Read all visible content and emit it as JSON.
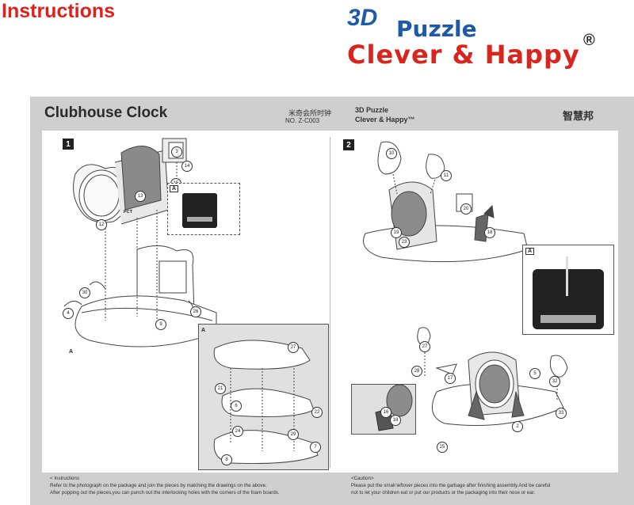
{
  "page": {
    "instructions_title": "Instructions"
  },
  "brand": {
    "prefix": "3D",
    "puzzle": "Puzzle",
    "tagline": "Clever & Happy",
    "registered": "®"
  },
  "header": {
    "product_title": "Clubhouse Clock",
    "chinese_name": "米奇会所时钟",
    "model_no": "NO. Z-C003",
    "small_brand_top": "3D Puzzle",
    "small_brand_bottom": "Clever & Happy™",
    "right_logo": "智慧邦"
  },
  "steps": {
    "step1": "1",
    "step2": "2"
  },
  "labels": {
    "inset_a": "A",
    "pct": "PCT",
    "a_below": "A",
    "inset_a_left": "A",
    "inset_a_right": "A"
  },
  "parts": {
    "step1": [
      "3",
      "14",
      "15",
      "13",
      "12",
      "30",
      "4",
      "9",
      "26"
    ],
    "inset1": [
      "27",
      "21",
      "6",
      "22",
      "24",
      "29",
      "7",
      "8"
    ],
    "step2": [
      "10",
      "11",
      "19",
      "20",
      "23",
      "18"
    ],
    "step2b": [
      "27",
      "28",
      "17",
      "5",
      "32",
      "16",
      "18",
      "2",
      "33",
      "25"
    ]
  },
  "footer": {
    "left_heading": "< Instructions",
    "left_line1": "Refer to the photograph on the package and join the pieces by matching the drawings on the above.",
    "left_line2": "After popping out the pieces,you can punch  out the interlocking holes with the corners of the foam boards.",
    "right_heading": "<Caution>",
    "right_line1": "Please put the small leftover pieces into the garbage after finishing assembly.And be careful",
    "right_line2": "not  to let your children eat or put our products or the packaging into their nose or ear."
  },
  "colors": {
    "title_red": "#e0201c",
    "brand_blue": "#1d5aa8",
    "brand_red": "#d8261f",
    "sheet_gray": "#cfcfcf"
  }
}
